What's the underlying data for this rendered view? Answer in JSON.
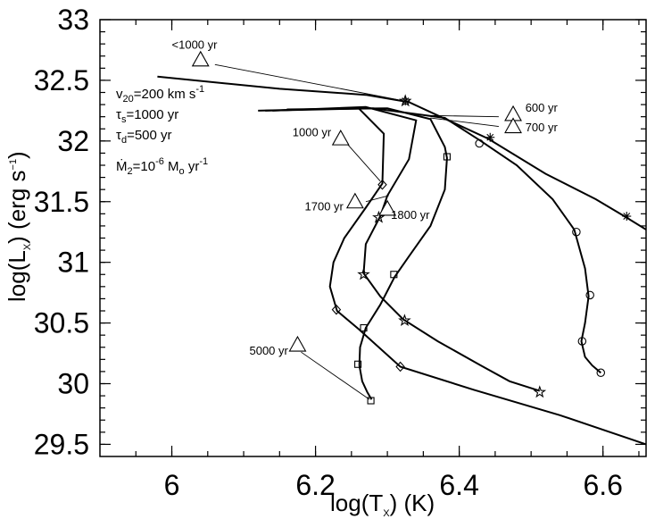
{
  "chart_data": {
    "type": "line",
    "title": "",
    "xlabel": {
      "main": "log(T",
      "sub": "X",
      "tail": ") (K)"
    },
    "ylabel": {
      "main": "log(L",
      "sub": "X",
      "tail": ") (erg s",
      "sup": "−1",
      "end": ")"
    },
    "xlim": [
      5.9,
      6.66
    ],
    "ylim": [
      29.4,
      33.0
    ],
    "xticks": [
      6.0,
      6.2,
      6.4,
      6.6
    ],
    "xtick_labels": [
      "6",
      "6.2",
      "6.4",
      "6.6"
    ],
    "yticks": [
      29.5,
      30.0,
      30.5,
      31.0,
      31.5,
      32.0,
      32.5,
      33.0
    ],
    "ytick_labels": [
      "29.5",
      "30",
      "30.5",
      "31",
      "31.5",
      "32",
      "32.5",
      "33"
    ],
    "grid": false,
    "parameters": [
      {
        "main": "v",
        "sub": "20",
        "tail": "=200 km s",
        "sup": "-1"
      },
      {
        "main": "τ",
        "sub": "s",
        "tail": "=1000 yr"
      },
      {
        "main": "τ",
        "sub": "d",
        "tail": "=500 yr"
      },
      {
        "main": "Ṁ",
        "sub": "2",
        "tail": "=10",
        "sup": "-6",
        "tail2": " M",
        "sub2": "o",
        "tail3": " yr",
        "sup2": "-1"
      }
    ],
    "series": [
      {
        "marker": "asterisk",
        "points": [
          [
            5.98,
            32.53
          ],
          [
            6.15,
            32.43
          ],
          [
            6.27,
            32.38
          ],
          [
            6.33,
            32.32
          ],
          [
            6.44,
            32.02
          ],
          [
            6.52,
            31.73
          ],
          [
            6.59,
            31.52
          ],
          [
            6.63,
            31.38
          ],
          [
            6.66,
            31.27
          ]
        ],
        "marked": [
          [
            6.325,
            32.33
          ],
          [
            6.443,
            32.03
          ],
          [
            6.633,
            31.38
          ]
        ]
      },
      {
        "marker": "circle",
        "points": [
          [
            6.13,
            32.25
          ],
          [
            6.28,
            32.27
          ],
          [
            6.38,
            32.19
          ],
          [
            6.43,
            32.0
          ],
          [
            6.48,
            31.8
          ],
          [
            6.53,
            31.52
          ],
          [
            6.56,
            31.27
          ],
          [
            6.575,
            30.95
          ],
          [
            6.58,
            30.72
          ],
          [
            6.575,
            30.5
          ],
          [
            6.57,
            30.35
          ],
          [
            6.575,
            30.22
          ],
          [
            6.585,
            30.15
          ],
          [
            6.597,
            30.09
          ]
        ],
        "marked": [
          [
            6.428,
            31.98
          ],
          [
            6.563,
            31.25
          ],
          [
            6.582,
            30.73
          ],
          [
            6.571,
            30.35
          ],
          [
            6.597,
            30.09
          ]
        ]
      },
      {
        "marker": "square",
        "points": [
          [
            6.16,
            32.26
          ],
          [
            6.3,
            32.27
          ],
          [
            6.36,
            32.18
          ],
          [
            6.38,
            31.95
          ],
          [
            6.383,
            31.86
          ],
          [
            6.38,
            31.6
          ],
          [
            6.36,
            31.3
          ],
          [
            6.33,
            31.05
          ],
          [
            6.31,
            30.88
          ],
          [
            6.29,
            30.65
          ],
          [
            6.27,
            30.46
          ],
          [
            6.262,
            30.3
          ],
          [
            6.261,
            30.15
          ],
          [
            6.265,
            30.02
          ],
          [
            6.272,
            29.93
          ],
          [
            6.278,
            29.87
          ]
        ],
        "marked": [
          [
            6.383,
            31.87
          ],
          [
            6.309,
            30.9
          ],
          [
            6.267,
            30.46
          ],
          [
            6.259,
            30.16
          ],
          [
            6.277,
            29.86
          ]
        ]
      },
      {
        "marker": "star",
        "points": [
          [
            6.14,
            32.25
          ],
          [
            6.27,
            32.28
          ],
          [
            6.34,
            32.17
          ],
          [
            6.33,
            31.85
          ],
          [
            6.3,
            31.55
          ],
          [
            6.29,
            31.38
          ],
          [
            6.27,
            31.15
          ],
          [
            6.267,
            30.91
          ],
          [
            6.29,
            30.72
          ],
          [
            6.322,
            30.53
          ],
          [
            6.37,
            30.35
          ],
          [
            6.43,
            30.15
          ],
          [
            6.47,
            30.02
          ],
          [
            6.512,
            29.94
          ]
        ],
        "marked": [
          [
            6.325,
            32.33
          ],
          [
            6.288,
            31.37
          ],
          [
            6.267,
            30.9
          ],
          [
            6.324,
            30.52
          ],
          [
            6.512,
            29.93
          ]
        ]
      },
      {
        "marker": "diamond",
        "points": [
          [
            6.12,
            32.25
          ],
          [
            6.26,
            32.27
          ],
          [
            6.295,
            32.06
          ],
          [
            6.293,
            31.65
          ],
          [
            6.27,
            31.45
          ],
          [
            6.24,
            31.2
          ],
          [
            6.225,
            31.0
          ],
          [
            6.22,
            30.8
          ],
          [
            6.23,
            30.6
          ],
          [
            6.26,
            30.45
          ],
          [
            6.318,
            30.14
          ],
          [
            6.42,
            29.95
          ],
          [
            6.54,
            29.74
          ],
          [
            6.66,
            29.5
          ]
        ],
        "marked": [
          [
            6.293,
            31.64
          ],
          [
            6.229,
            30.61
          ],
          [
            6.318,
            30.14
          ]
        ]
      }
    ],
    "annotations": [
      {
        "label": "<1000 yr",
        "tri": [
          6.04,
          32.67
        ],
        "text": [
          6.0,
          32.76
        ],
        "leader": [
          [
            6.06,
            32.63
          ],
          [
            6.315,
            32.34
          ]
        ]
      },
      {
        "label": "600 yr",
        "tri": [
          6.475,
          32.22
        ],
        "text": [
          6.492,
          32.24
        ],
        "leader": [
          [
            6.455,
            32.2
          ],
          [
            6.36,
            32.21
          ]
        ]
      },
      {
        "label": "700 yr",
        "tri": [
          6.475,
          32.12
        ],
        "text": [
          6.492,
          32.08
        ],
        "leader": [
          [
            6.455,
            32.12
          ],
          [
            6.36,
            32.19
          ]
        ]
      },
      {
        "label": "1000 yr",
        "tri": [
          6.235,
          32.02
        ],
        "text": [
          6.168,
          32.04
        ],
        "leader": [
          [
            6.245,
            31.97
          ],
          [
            6.29,
            31.67
          ]
        ]
      },
      {
        "label": "1700 yr",
        "tri": [
          6.255,
          31.5
        ],
        "text": [
          6.185,
          31.43
        ],
        "leader": [
          [
            6.27,
            31.5
          ],
          [
            6.302,
            31.55
          ]
        ]
      },
      {
        "label": "1800 yr",
        "tri": [
          6.3,
          31.44
        ],
        "text": [
          6.305,
          31.36
        ],
        "leader": [
          [
            6.297,
            31.42
          ],
          [
            6.291,
            31.39
          ]
        ]
      },
      {
        "label": "5000 yr",
        "tri": [
          6.175,
          30.32
        ],
        "text": [
          6.108,
          30.24
        ],
        "leader": [
          [
            6.18,
            30.26
          ],
          [
            6.275,
            29.87
          ]
        ]
      }
    ]
  }
}
